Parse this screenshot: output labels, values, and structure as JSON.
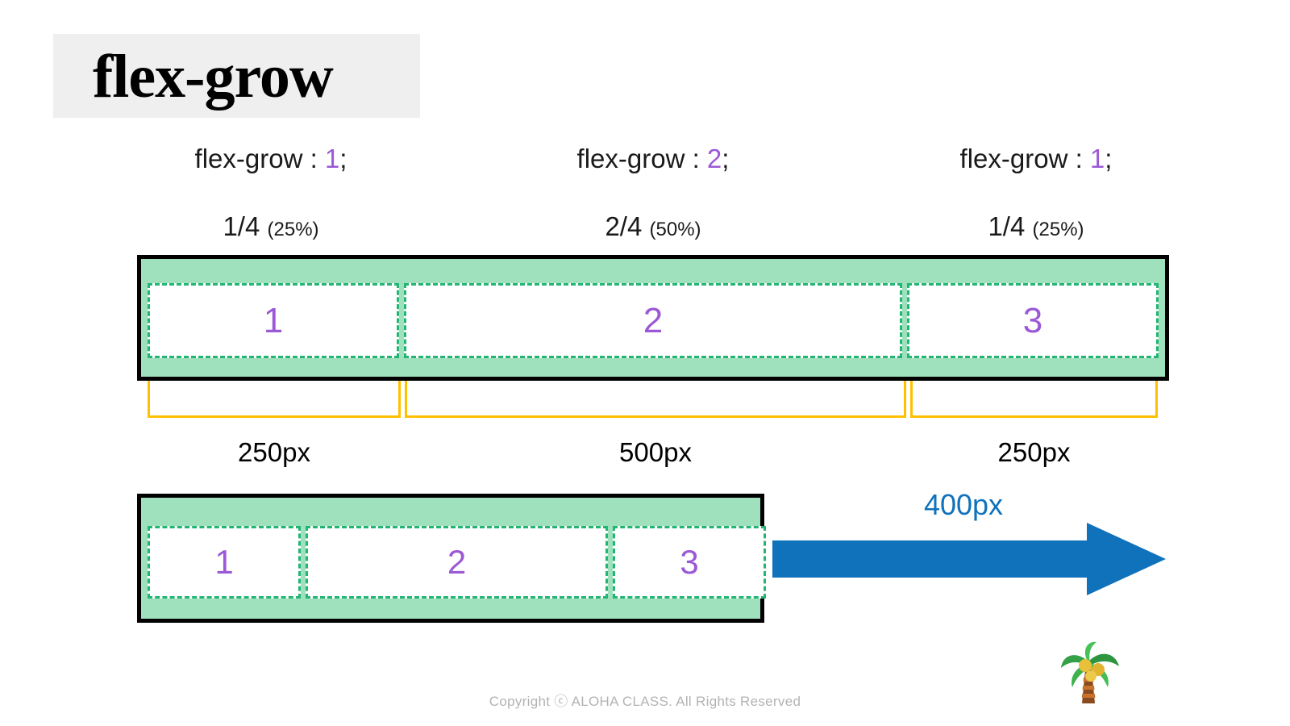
{
  "slide": {
    "title": "flex-grow",
    "footer": "Copyright ⓒ ALOHA CLASS. All Rights Reserved"
  },
  "declarations": [
    {
      "property": "flex-grow : ",
      "value": "1",
      "semi": ";",
      "fraction": "1/4 ",
      "percent": "(25%)"
    },
    {
      "property": "flex-grow : ",
      "value": "2",
      "semi": ";",
      "fraction": "2/4 ",
      "percent": "(50%)"
    },
    {
      "property": "flex-grow : ",
      "value": "1",
      "semi": ";",
      "fraction": "1/4 ",
      "percent": "(25%)"
    }
  ],
  "grown_container": {
    "items": [
      {
        "label": "1"
      },
      {
        "label": "2"
      },
      {
        "label": "3"
      }
    ],
    "measurements": [
      {
        "label": "250px"
      },
      {
        "label": "500px"
      },
      {
        "label": "250px"
      }
    ]
  },
  "base_container": {
    "items": [
      {
        "label": "1"
      },
      {
        "label": "2"
      },
      {
        "label": "3"
      }
    ]
  },
  "free_space": {
    "label": "400px"
  },
  "colors": {
    "container_fill": "#9fe0bd",
    "container_border": "#000000",
    "item_border": "#22b573",
    "item_fill": "#ffffff",
    "number": "#9b59d6",
    "bracket": "#ffc000",
    "arrow": "#1072ba",
    "title_band": "#efefef",
    "footer_text": "#b3b3b3"
  },
  "icons": {
    "palm": "palm-tree-icon",
    "arrow": "right-arrow-icon"
  }
}
